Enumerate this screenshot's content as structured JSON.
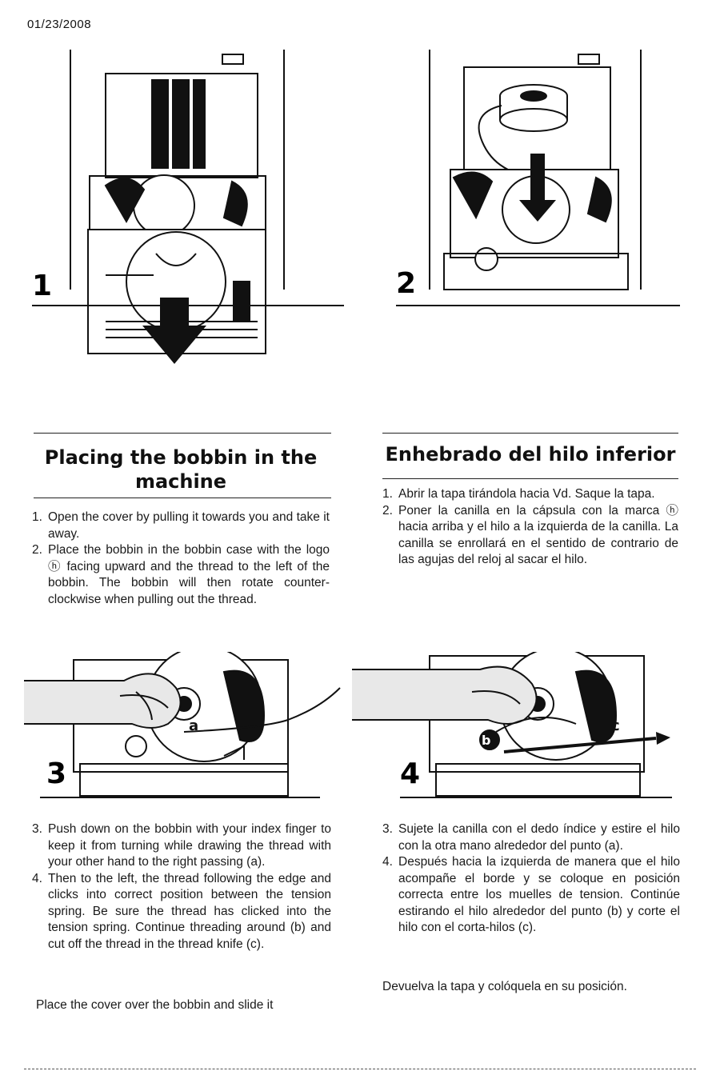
{
  "header": {
    "date": "01/23/2008"
  },
  "figures": [
    {
      "number": "1"
    },
    {
      "number": "2"
    },
    {
      "number": "3",
      "callout_a": "a"
    },
    {
      "number": "4",
      "callout_b": "b",
      "callout_c": "c"
    }
  ],
  "english": {
    "heading": "Placing the bobbin in the machine",
    "steps_top": [
      {
        "num": "1.",
        "text": "Open the cover by pulling it towards you and take it away."
      },
      {
        "num": "2.",
        "text": "Place the bobbin in the bobbin case with the logo ⓗ facing upward and the thread to the left of the bobbin. The bobbin will then rotate counter-clockwise when pulling out the thread."
      }
    ],
    "steps_bottom": [
      {
        "num": "3.",
        "text": "Push down on the bobbin with your index finger to keep it from turning while drawing the thread with your other hand to the right passing (a)."
      },
      {
        "num": "4.",
        "text": "Then to the left, the thread following the edge and clicks into correct position between the tension spring. Be sure the thread has clicked into the tension spring. Continue threading around (b) and cut off the thread in the thread knife (c)."
      }
    ],
    "closing": "Place the cover over the bobbin and slide it"
  },
  "spanish": {
    "heading": "Enhebrado del hilo inferior",
    "steps_top": [
      {
        "num": "1.",
        "text": "Abrir la tapa tirándola hacia Vd. Saque la tapa."
      },
      {
        "num": "2.",
        "text": "Poner la canilla en la cápsula con la marca ⓗ hacia arriba y el hilo a la izquierda de la canilla. La canilla se enrollará en el sentido de contrario de las agujas del reloj al sacar el hilo."
      }
    ],
    "steps_bottom": [
      {
        "num": "3.",
        "text": "Sujete la canilla con el dedo índice y estire el hilo con la otra mano alrededor del punto (a)."
      },
      {
        "num": "4.",
        "text": "Después hacia la izquierda de manera que el hilo acompañe el borde y se coloque en posición correcta entre los muelles de tension. Continúe estirando el hilo alrededor del punto (b) y corte el hilo con el corta-hilos (c)."
      }
    ],
    "closing": "Devuelva la tapa y colóquela en su posición."
  }
}
